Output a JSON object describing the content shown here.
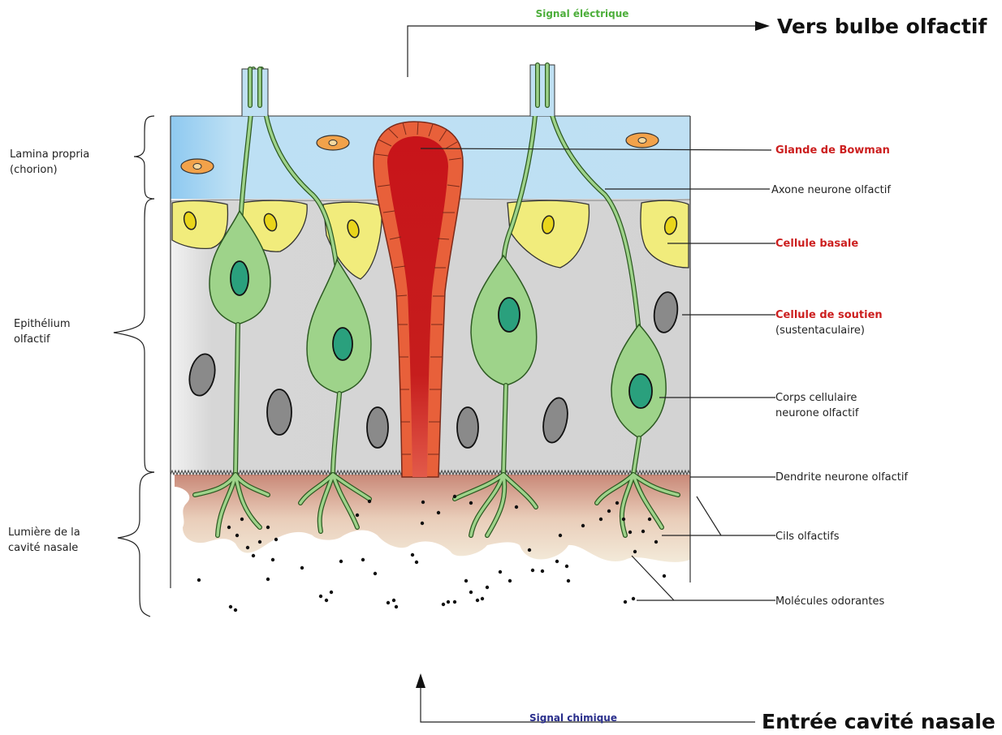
{
  "top": {
    "signal_label": "Signal éléctrique",
    "destination": "Vers bulbe olfactif"
  },
  "bottom": {
    "signal_label": "Signal chimique",
    "entry": "Entrée cavité nasale"
  },
  "left_labels": {
    "lamina_line1": "Lamina propria",
    "lamina_line2": "(chorion)",
    "epith_line1": "Epithélium",
    "epith_line2": "olfactif",
    "lumiere_line1": "Lumière de la",
    "lumiere_line2": "cavité nasale"
  },
  "right_labels": {
    "glande": "Glande de Bowman",
    "axone": "Axone neurone olfactif",
    "basale": "Cellule basale",
    "soutien": "Cellule de soutien",
    "soutien_sub": "(sustentaculaire)",
    "corps_line1": "Corps cellulaire",
    "corps_line2": "neurone olfactif",
    "dendrite": "Dendrite neurone olfactif",
    "cils": "Cils olfactifs",
    "molecules": "Molécules odorantes"
  },
  "colors": {
    "lamina": "#b9dcf2",
    "epithelium": "#d4d4d4",
    "neuron": "#9ed38a",
    "gland": "#c41b1b",
    "gland_wall": "#e8603a",
    "basal_cell": "#f1ec7c",
    "highlight_label": "#cc1f1f",
    "signal_electric": "#4cae3a",
    "signal_chemical": "#2a2f8c"
  }
}
